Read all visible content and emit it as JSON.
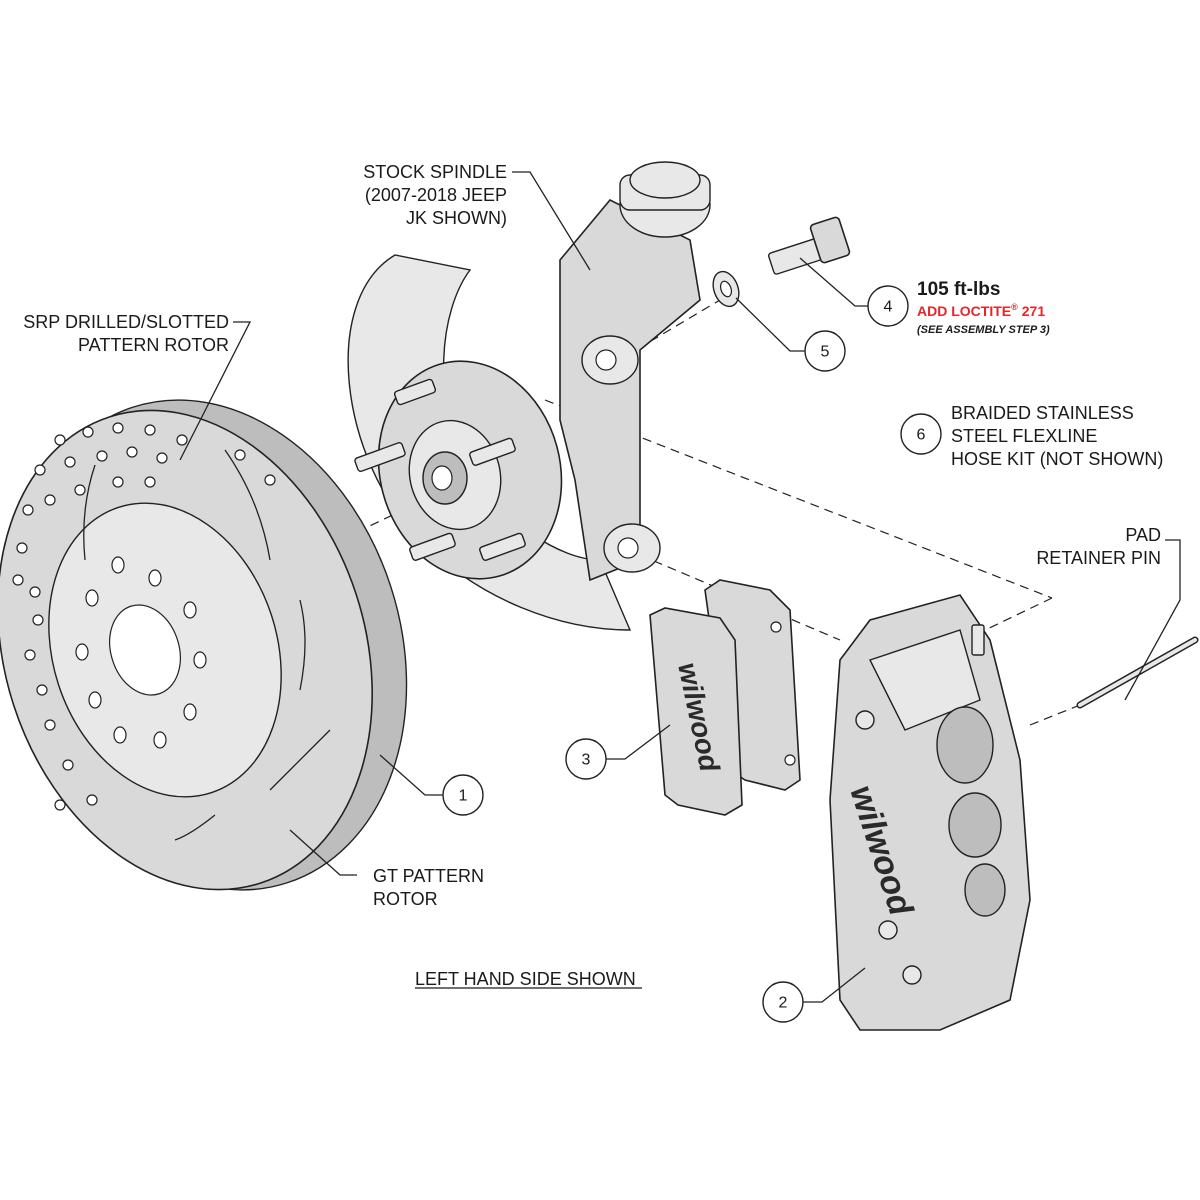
{
  "labels": {
    "stock_spindle": [
      "STOCK SPINDLE",
      "(2007-2018 JEEP",
      "JK SHOWN)"
    ],
    "srp_rotor": [
      "SRP DRILLED/SLOTTED",
      "PATTERN ROTOR"
    ],
    "gt_rotor": [
      "GT PATTERN",
      "ROTOR"
    ],
    "flexline": [
      "BRAIDED STAINLESS",
      "STEEL FLEXLINE",
      "HOSE KIT (NOT SHOWN)"
    ],
    "pad_pin": [
      "PAD",
      "RETAINER PIN"
    ],
    "side_note": "LEFT HAND SIDE SHOWN",
    "torque": "105 ft-lbs",
    "loctite_text": "ADD LOCTITE",
    "loctite_reg": "®",
    "loctite_num": "271",
    "assembly_step": "(SEE ASSEMBLY STEP 3)"
  },
  "callouts": [
    "1",
    "2",
    "3",
    "4",
    "5",
    "6"
  ],
  "brand": "wilwood",
  "colors": {
    "part_fill": "#d9d9d9",
    "line": "#222222",
    "loctite_red": "#e3262a"
  }
}
